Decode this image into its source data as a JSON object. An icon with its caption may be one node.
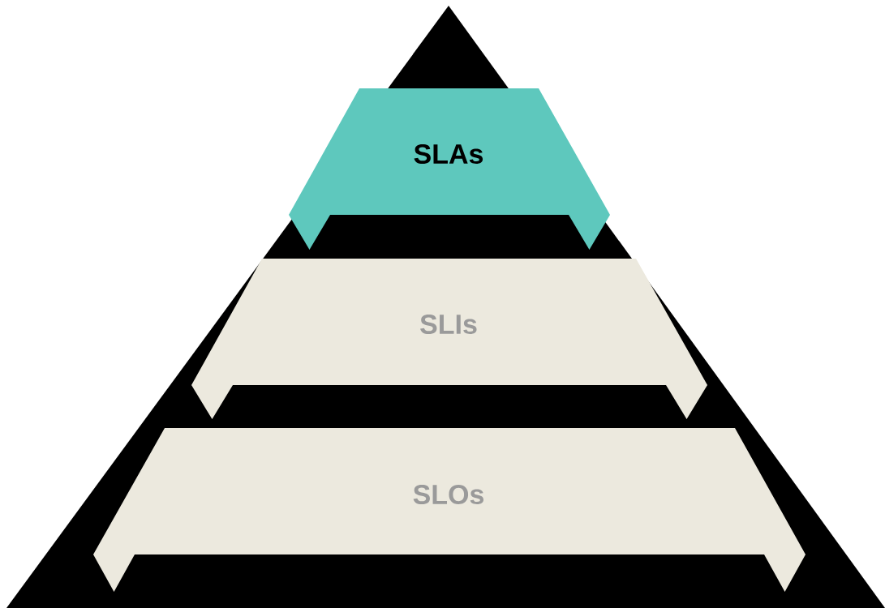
{
  "diagram": {
    "nodes": [
      {
        "text": [
          "SLAs"
        ]
      },
      {
        "text": [
          "SLIs"
        ]
      },
      {
        "text": [
          "SLOs"
        ]
      }
    ]
  }
}
